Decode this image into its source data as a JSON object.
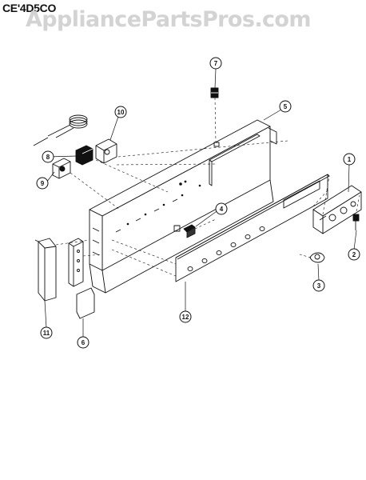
{
  "header": {
    "model": "CE'4D5CO",
    "watermark": "AppliancePartsPros.com"
  },
  "callouts": [
    "1",
    "2",
    "3",
    "4",
    "5",
    "6",
    "7",
    "8",
    "9",
    "10",
    "11",
    "12"
  ],
  "colors": {
    "ink": "#111111",
    "watermark": "#d3d3d3",
    "background": "#ffffff"
  }
}
